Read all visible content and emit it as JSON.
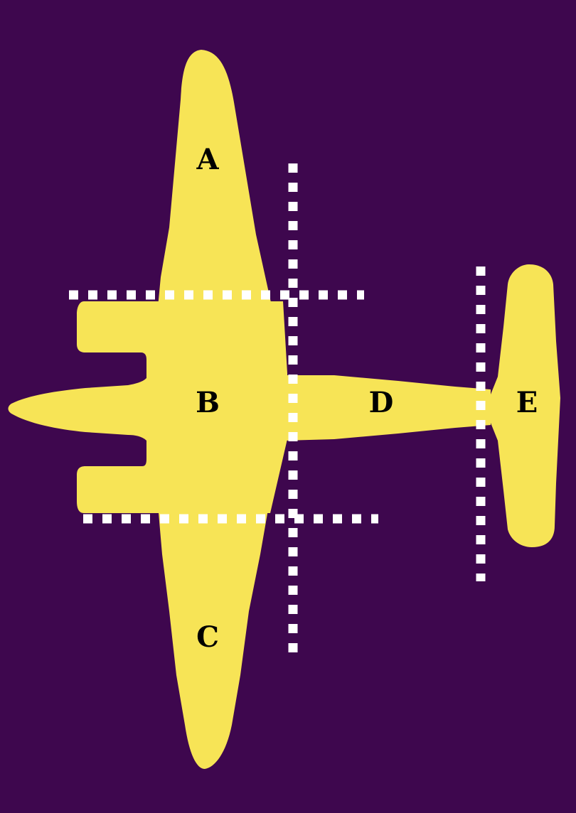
{
  "diagram": {
    "colors": {
      "background": "#3e074e",
      "airplane": "#f7e456",
      "cut_lines": "#ffffff",
      "labels": "#000000"
    },
    "labels": {
      "a": "A",
      "b": "B",
      "c": "C",
      "d": "D",
      "e": "E"
    }
  }
}
